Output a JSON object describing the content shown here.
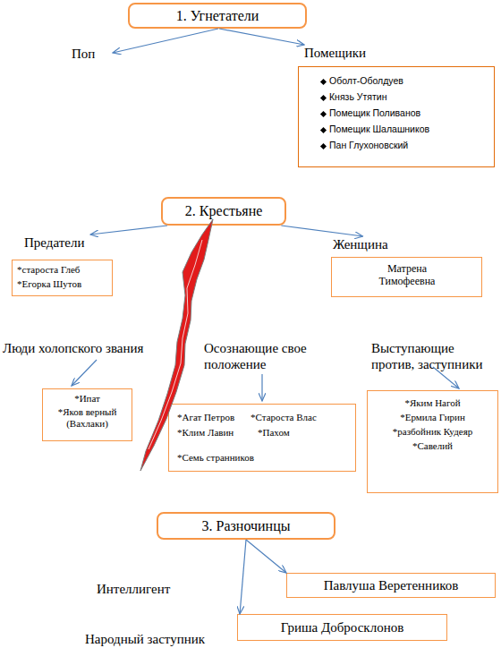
{
  "diagram": {
    "nodes": [
      {
        "text": [
          "1. Угнетатели"
        ]
      },
      {
        "text": [
          "Помещики",
          "Оболт-Оболдуев",
          "Князь Утятин",
          "Помещик Поливанов",
          "Помещик Шалашников",
          "Пан Глухоновский"
        ]
      },
      {
        "text": [
          "2. Крестьяне"
        ]
      },
      {
        "text": [
          "Предатели",
          "*староста Глеб",
          "*Егорка Шутов"
        ]
      },
      {
        "text": [
          "Женщина",
          "Матрена Тимофеевна"
        ]
      },
      {
        "text": [
          "Люди холопского звания",
          "*Ипат",
          "*Яков верный (Вахлаки)"
        ]
      },
      {
        "text": [
          "Осознающие свое положение",
          "*Агат Петров",
          "*Староста Влас",
          "*Клим Лавин",
          "*Пахом",
          "*Семь странников"
        ]
      },
      {
        "text": [
          "Выступающие против, заступники",
          "*Яким Нагой",
          "*Ермила Гирин",
          "*разбойник Кудеяр",
          "*Савелий"
        ]
      },
      {
        "text": [
          "3. Разночинцы"
        ]
      },
      {
        "text": [
          "Павлуша Веретенников"
        ]
      },
      {
        "text": [
          "Гриша Добросклонов"
        ]
      }
    ],
    "edges": [
      {
        "from": 0,
        "to": 1,
        "arrow": "to"
      },
      {
        "from": 2,
        "to": 3,
        "arrow": "to"
      },
      {
        "from": 2,
        "to": 4,
        "arrow": "to"
      },
      {
        "from": 8,
        "to": 9,
        "arrow": "to"
      },
      {
        "from": 8,
        "to": 10,
        "arrow": "to"
      }
    ],
    "labels": [
      "Поп",
      "Интеллигент",
      "Народный заступник"
    ]
  }
}
